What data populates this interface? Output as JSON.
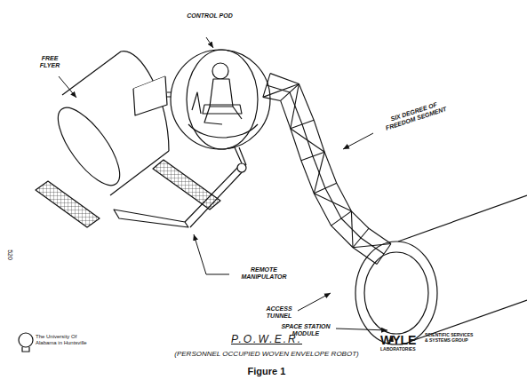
{
  "diagram": {
    "title": "P.O.W.E.R.",
    "caption": "Figure 1",
    "labels": [
      "CONTROL POD",
      "FREE FLYER",
      "SIX DEGREE OF FREEDOM SEGMENT",
      "ACCESS TUNNEL",
      "REMOTE MANIPULATOR",
      "SPACE STATION MODULE",
      "520",
      "The University Of Alabama in Huntsville",
      "WYLE",
      "LABORATORIES",
      "SCIENTIFIC SERVICES & SYSTEMS GROUP",
      "(PERSONNEL OCCUPIED WOVEN ENVELOPE ROBOT)"
    ]
  }
}
